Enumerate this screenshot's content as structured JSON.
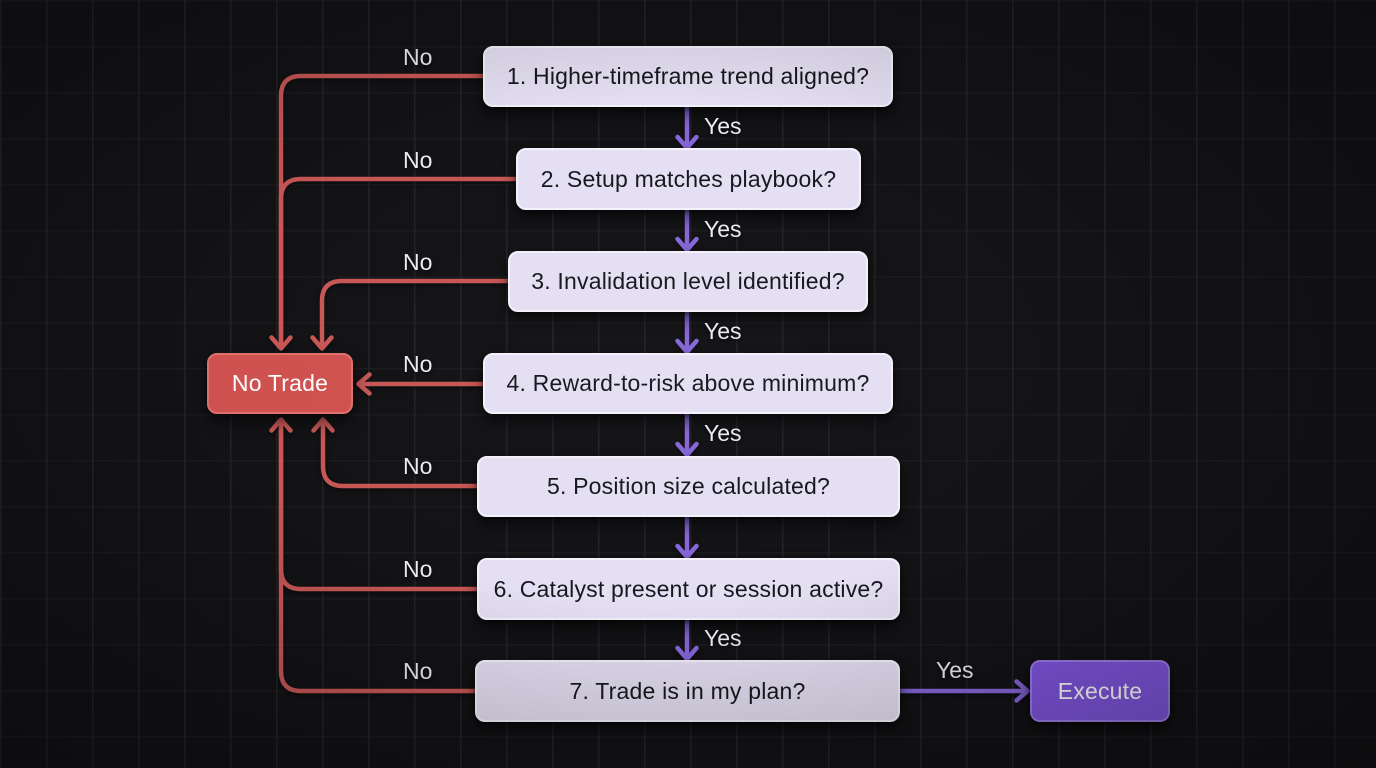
{
  "diagram": {
    "type": "flowchart",
    "nodes": [
      {
        "id": "q1",
        "label": "1. Higher-timeframe trend aligned?"
      },
      {
        "id": "q2",
        "label": "2. Setup matches playbook?"
      },
      {
        "id": "q3",
        "label": "3. Invalidation level identified?"
      },
      {
        "id": "q4",
        "label": "4. Reward-to-risk above minimum?"
      },
      {
        "id": "q5",
        "label": "5. Position size calculated?"
      },
      {
        "id": "q6",
        "label": "6. Catalyst present or session active?"
      },
      {
        "id": "q7",
        "label": "7. Trade is in my plan?"
      },
      {
        "id": "no_trade",
        "label": "No Trade"
      },
      {
        "id": "execute",
        "label": "Execute"
      }
    ],
    "edges": [
      {
        "from": "q1",
        "to": "q2",
        "label": "Yes"
      },
      {
        "from": "q2",
        "to": "q3",
        "label": "Yes"
      },
      {
        "from": "q3",
        "to": "q4",
        "label": "Yes"
      },
      {
        "from": "q4",
        "to": "q5",
        "label": "Yes"
      },
      {
        "from": "q5",
        "to": "q6",
        "label": ""
      },
      {
        "from": "q6",
        "to": "q7",
        "label": "Yes"
      },
      {
        "from": "q7",
        "to": "execute",
        "label": "Yes"
      },
      {
        "from": "q1",
        "to": "no_trade",
        "label": "No"
      },
      {
        "from": "q2",
        "to": "no_trade",
        "label": "No"
      },
      {
        "from": "q3",
        "to": "no_trade",
        "label": "No"
      },
      {
        "from": "q4",
        "to": "no_trade",
        "label": "No"
      },
      {
        "from": "q5",
        "to": "no_trade",
        "label": "No"
      },
      {
        "from": "q6",
        "to": "no_trade",
        "label": "No"
      },
      {
        "from": "q7",
        "to": "no_trade",
        "label": "No"
      }
    ],
    "colors": {
      "background": "#131316",
      "grid_line": "#232329",
      "question_fill": "#e4dff2",
      "question_border": "#f4f1fb",
      "question_text": "#17171d",
      "no_edge": "#c65755",
      "no_trade_fill": "#d05250",
      "no_trade_border": "#de706e",
      "yes_edge": "#8766d9",
      "execute_fill": "#7e55dc",
      "execute_border": "#9a7ce6",
      "label_text": "#eceaf2",
      "terminal_text": "#fdfdfe"
    }
  }
}
